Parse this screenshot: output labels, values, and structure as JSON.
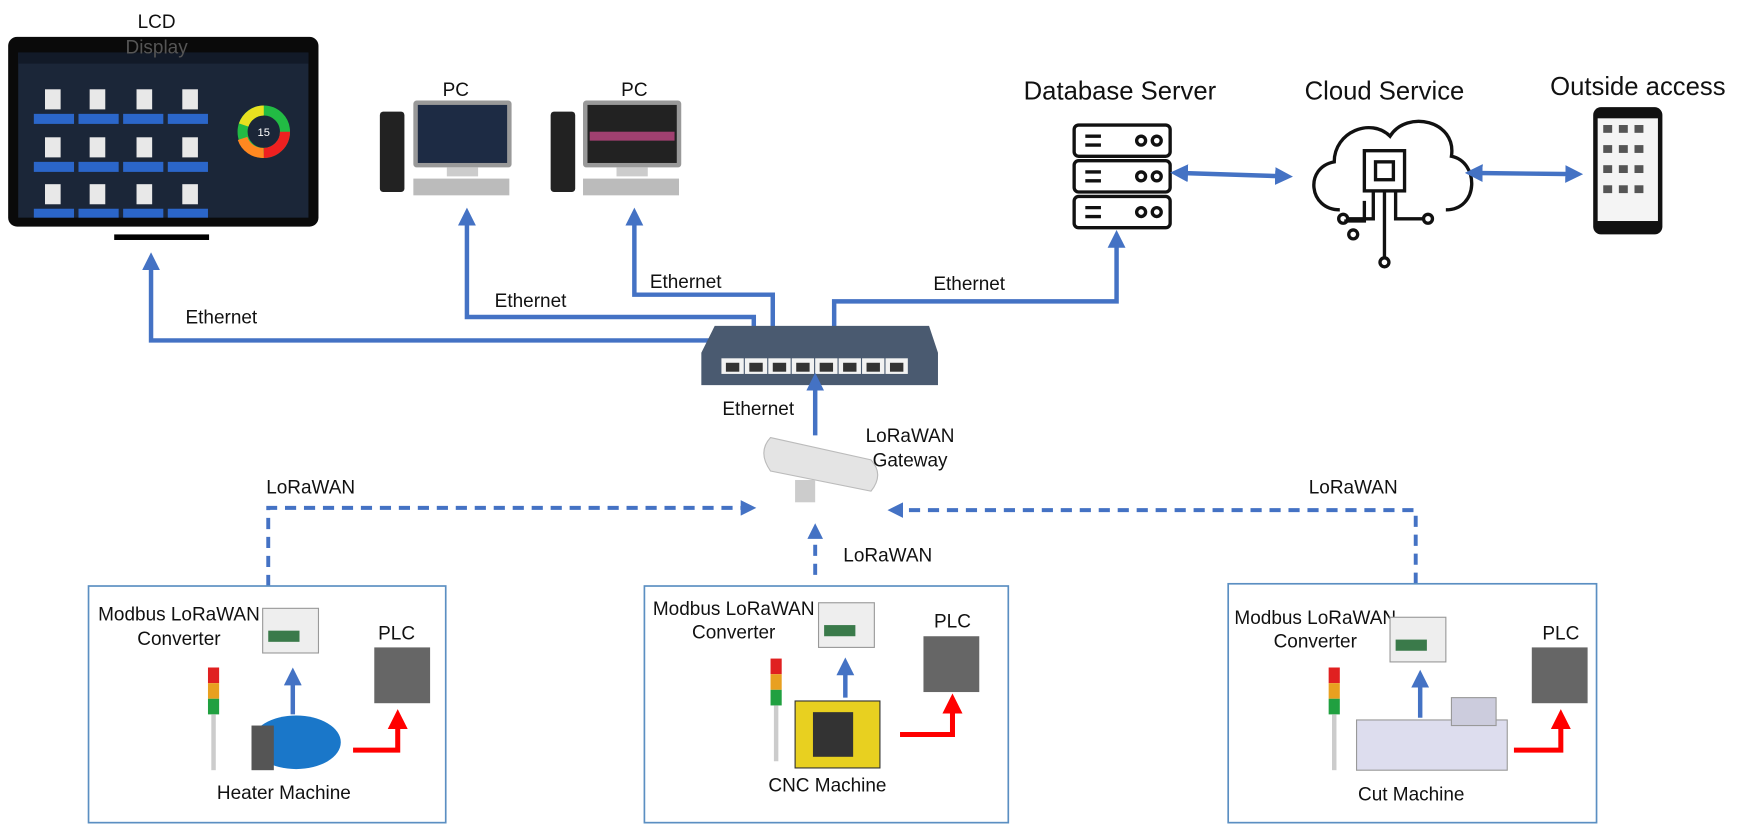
{
  "title": "",
  "colors": {
    "link": "#4472c4",
    "control": "#ff0000",
    "frame": "#5b8fc2"
  },
  "nodes": {
    "lcd": {
      "label_line1": "LCD",
      "label_line2": "Display",
      "screen_center_value": "15"
    },
    "pc1": {
      "label": "PC"
    },
    "pc2": {
      "label": "PC"
    },
    "database": {
      "label": "Database Server"
    },
    "cloud": {
      "label": "Cloud Service"
    },
    "outside": {
      "label": "Outside access"
    },
    "gateway": {
      "label_line1": "LoRaWAN",
      "label_line2": "Gateway"
    }
  },
  "links": {
    "eth_lcd": "Ethernet",
    "eth_pc1": "Ethernet",
    "eth_pc2": "Ethernet",
    "eth_db": "Ethernet",
    "eth_gateway": "Ethernet",
    "lora_left": "LoRaWAN",
    "lora_center": "LoRaWAN",
    "lora_right": "LoRaWAN"
  },
  "stations": [
    {
      "converter_line1": "Modbus LoRaWAN",
      "converter_line2": "Converter",
      "plc": "PLC",
      "machine": "Heater Machine"
    },
    {
      "converter_line1": "Modbus LoRaWAN",
      "converter_line2": "Converter",
      "plc": "PLC",
      "machine": "CNC Machine"
    },
    {
      "converter_line1": "Modbus LoRaWAN",
      "converter_line2": "Converter",
      "plc": "PLC",
      "machine": "Cut Machine"
    }
  ]
}
